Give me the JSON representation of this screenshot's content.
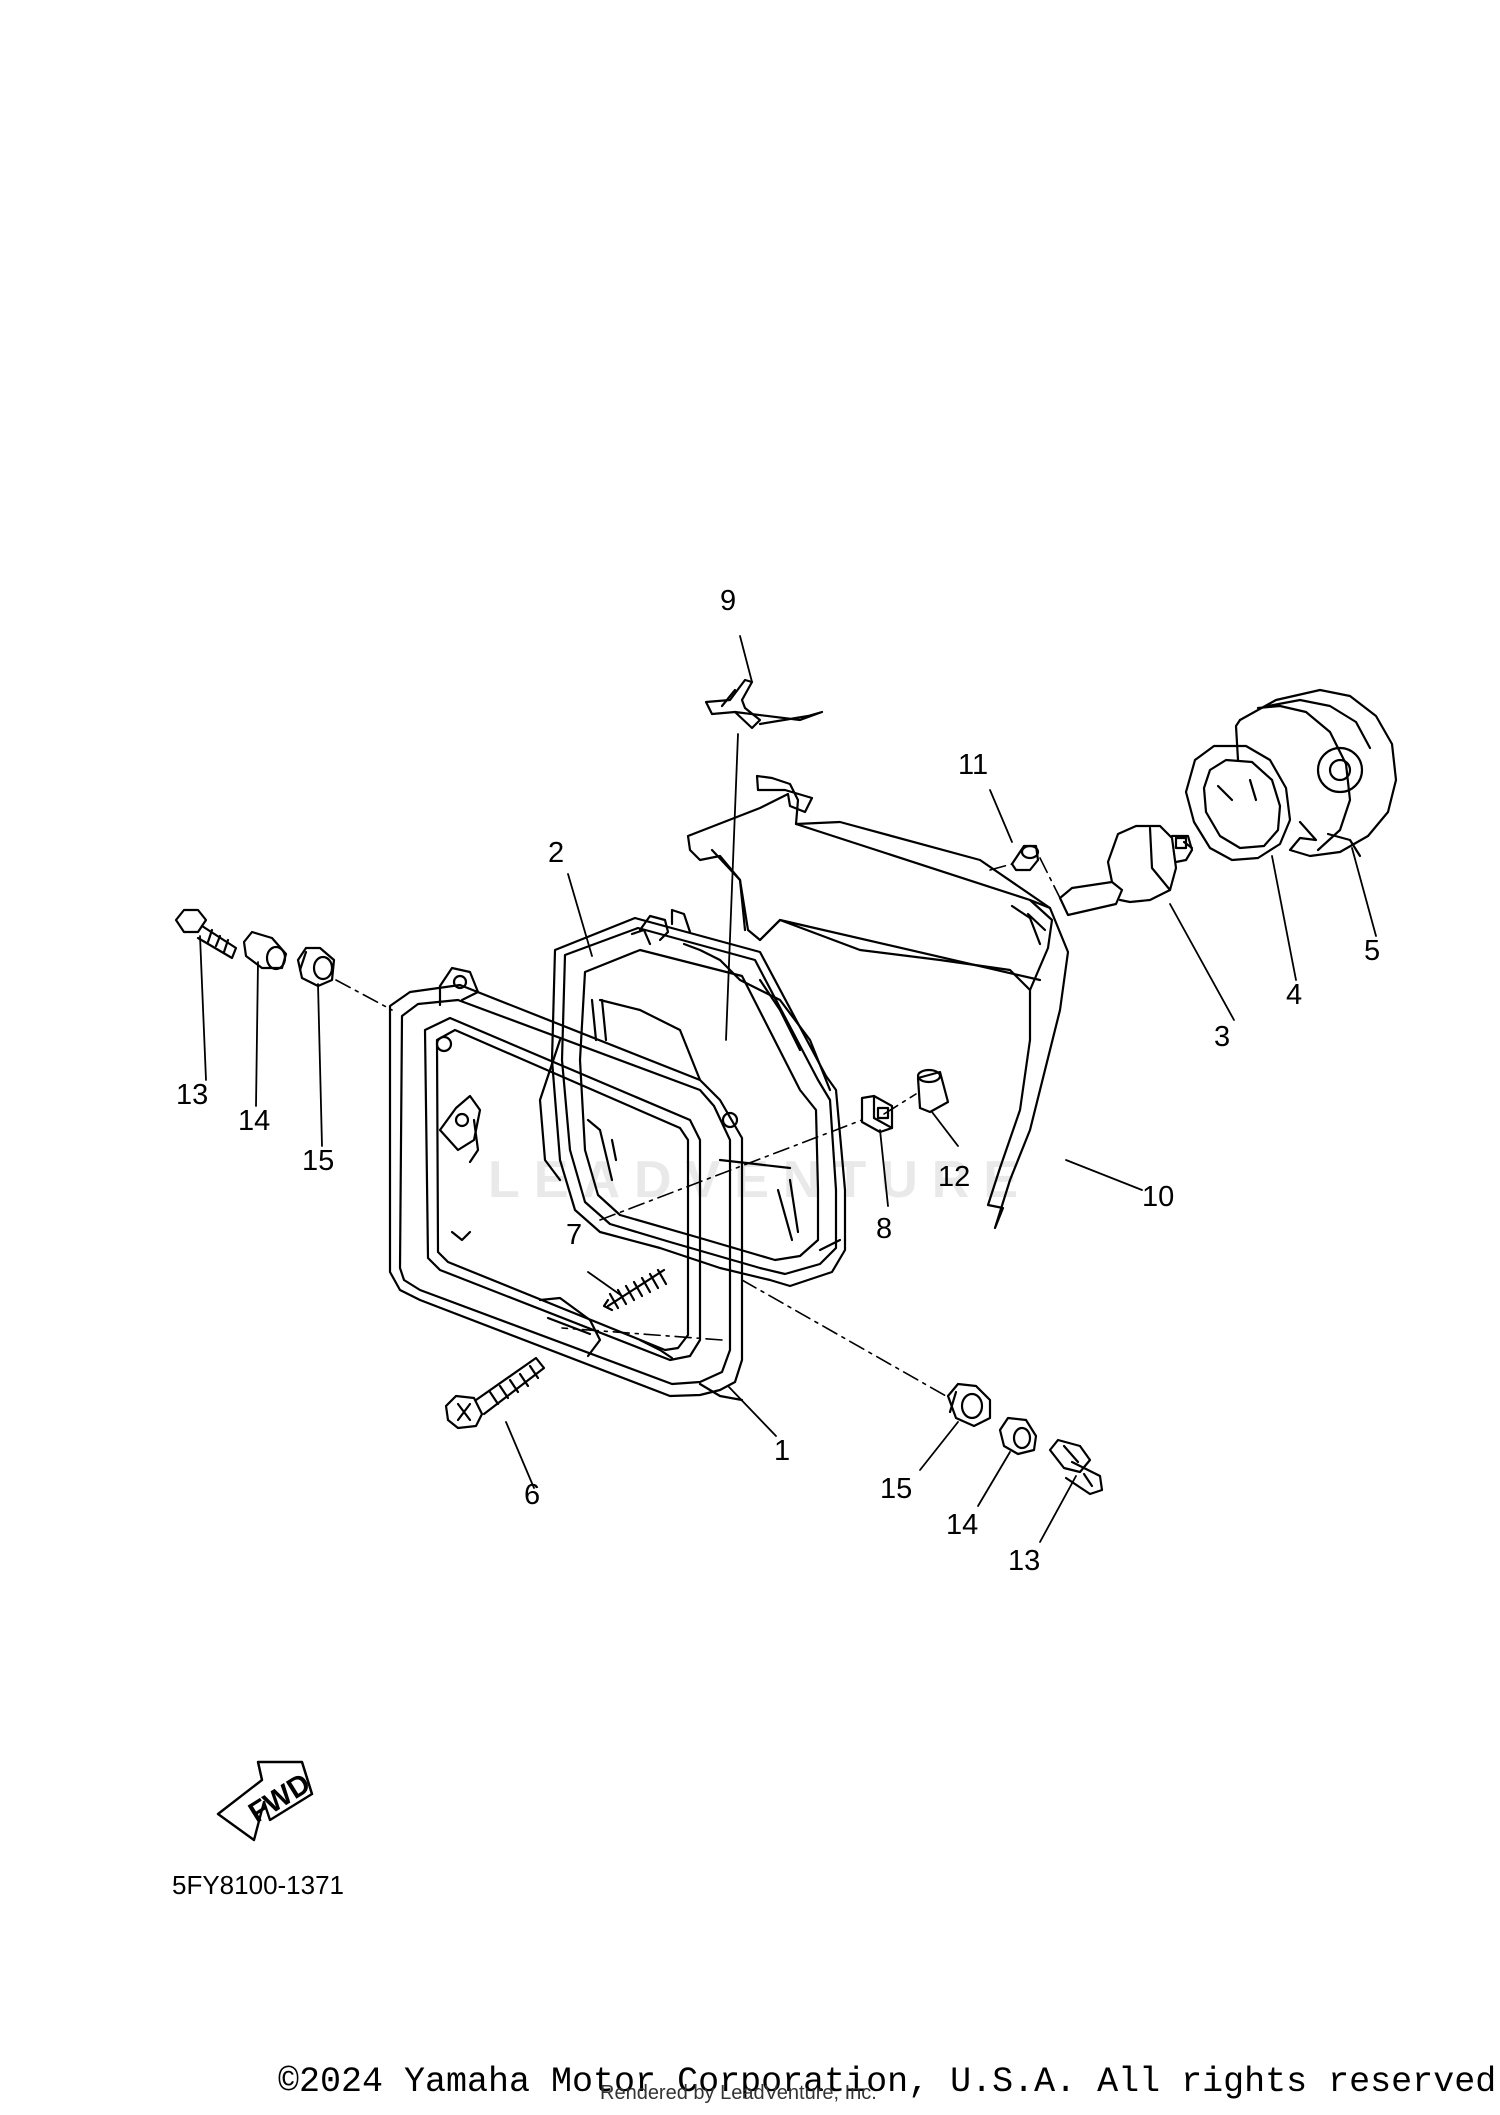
{
  "diagram": {
    "drawing_number": "5FY8100-1371",
    "fwd_arrow_text": "FWD",
    "watermark": "LEADVENTURE",
    "copyright": "©2024 Yamaha Motor Corporation, U.S.A. All rights reserved.",
    "rendered_by": "Rendered by LeadVenture, Inc.",
    "callouts": {
      "p1": "1",
      "p2": "2",
      "p3": "3",
      "p4": "4",
      "p5": "5",
      "p6": "6",
      "p7": "7",
      "p8": "8",
      "p9": "9",
      "p10": "10",
      "p11": "11",
      "p12": "12",
      "p13a": "13",
      "p14a": "14",
      "p15a": "15",
      "p13b": "13",
      "p14b": "14",
      "p15b": "15"
    }
  }
}
